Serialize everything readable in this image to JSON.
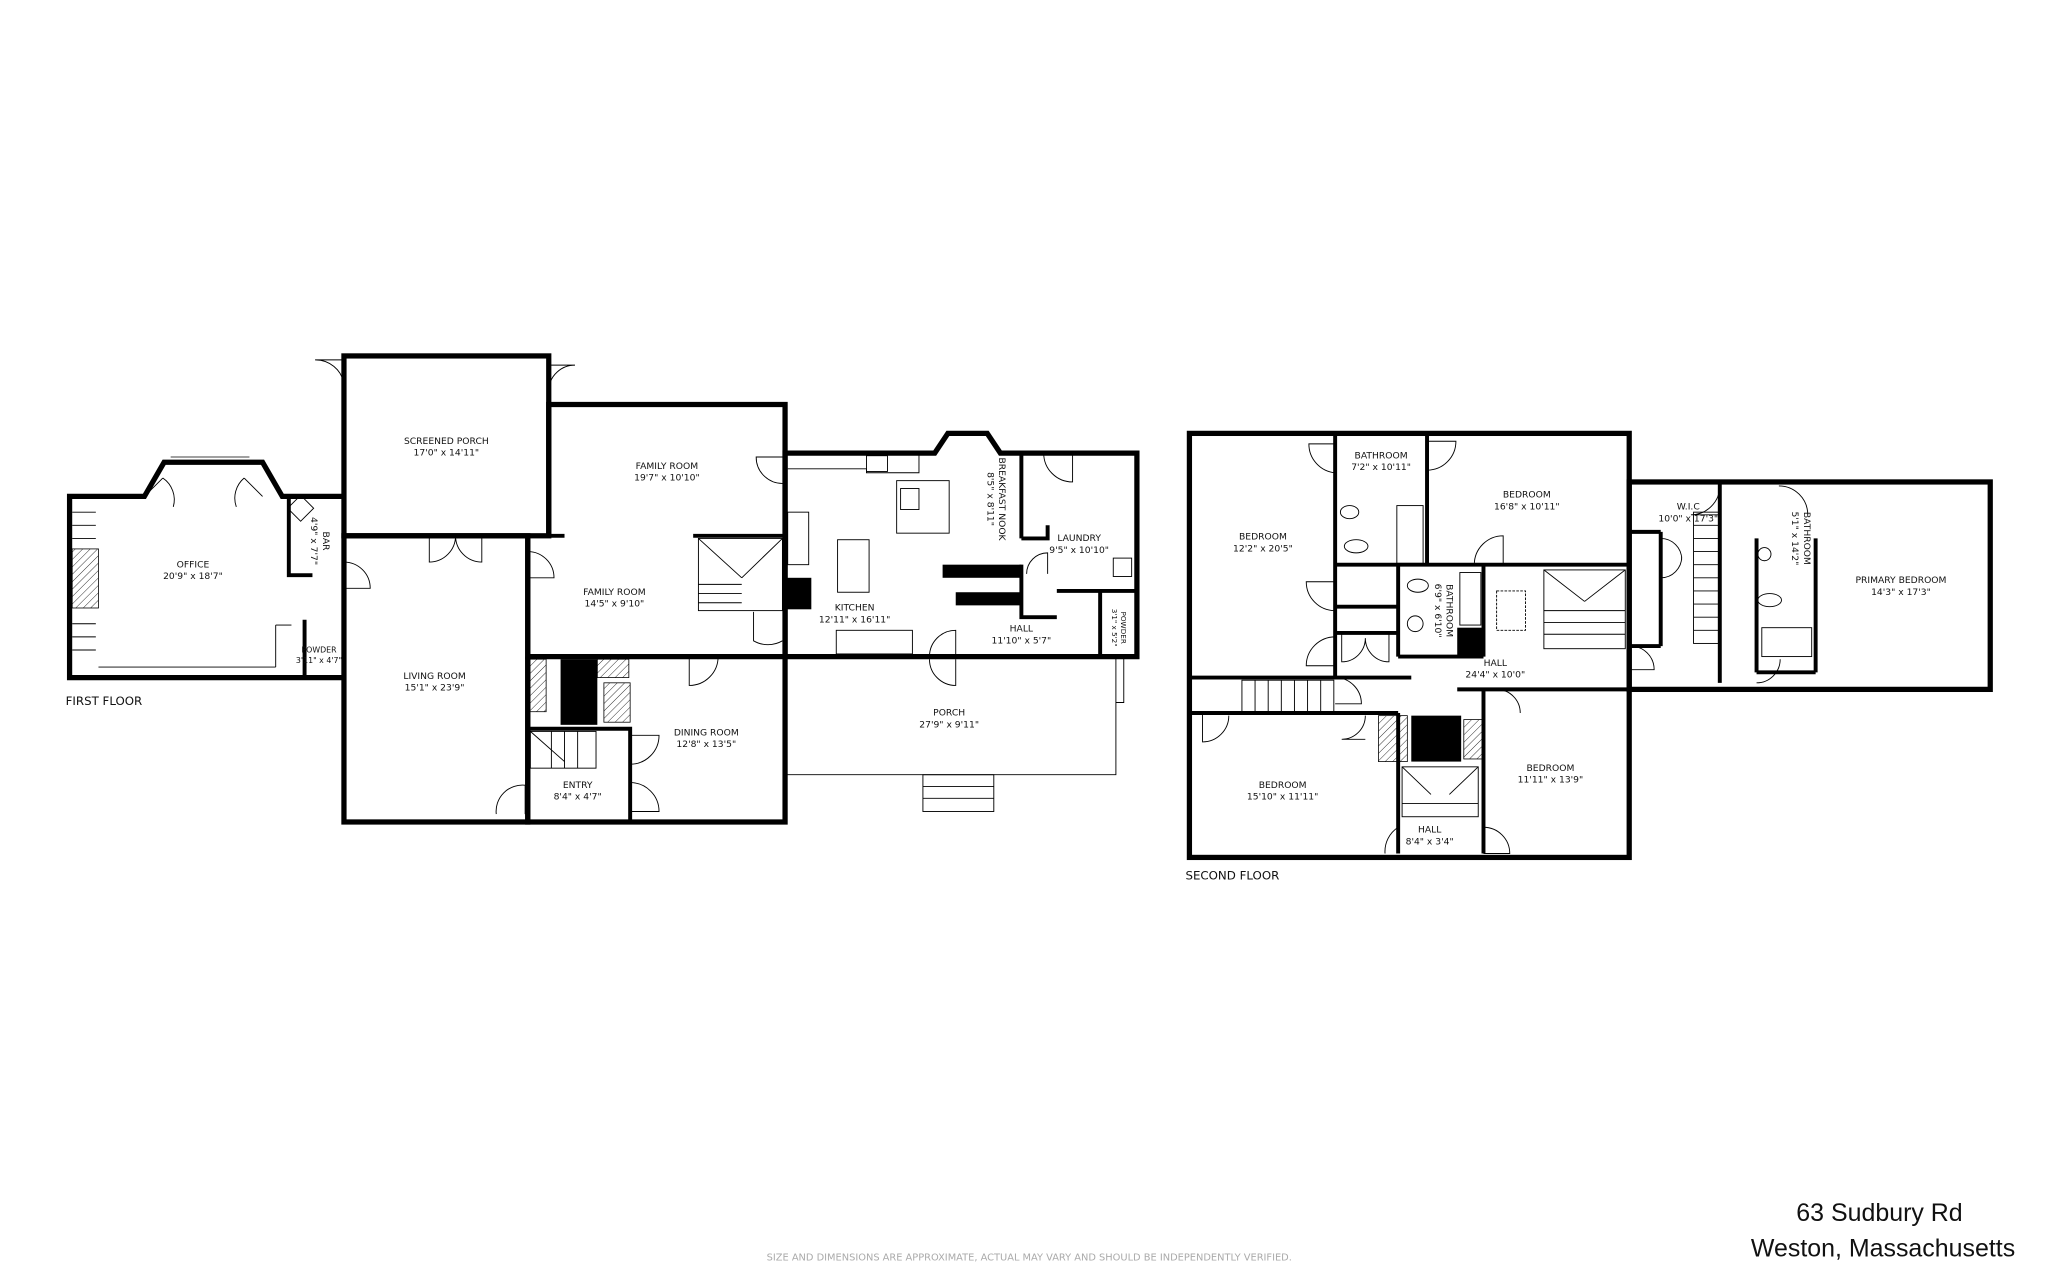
{
  "first_floor": {
    "label": "FIRST FLOOR",
    "rooms": [
      {
        "name": "SCREENED PORCH",
        "size": "17'0\" x 14'11\""
      },
      {
        "name": "OFFICE",
        "size": "20'9\" x 18'7\""
      },
      {
        "name": "BAR",
        "size": "4'9\" x 7'7\""
      },
      {
        "name": "POWDER",
        "size": "3'11\" x 4'7\""
      },
      {
        "name": "LIVING ROOM",
        "size": "15'1\" x 23'9\""
      },
      {
        "name": "FAMILY ROOM",
        "size": "19'7\" x 10'10\""
      },
      {
        "name": "FAMILY ROOM",
        "size": "14'5\" x 9'10\""
      },
      {
        "name": "KITCHEN",
        "size": "12'11\" x 16'11\""
      },
      {
        "name": "BREAKFAST NOOK",
        "size": "8'5\" x 8'11\""
      },
      {
        "name": "LAUNDRY",
        "size": "9'5\" x 10'10\""
      },
      {
        "name": "HALL",
        "size": "11'10\" x 5'7\""
      },
      {
        "name": "POWDER",
        "size": "3'1\" x 5'2\""
      },
      {
        "name": "DINING ROOM",
        "size": "12'8\" x 13'5\""
      },
      {
        "name": "ENTRY",
        "size": "8'4\" x 4'7\""
      },
      {
        "name": "PORCH",
        "size": "27'9\" x 9'11\""
      }
    ]
  },
  "second_floor": {
    "label": "SECOND FLOOR",
    "rooms": [
      {
        "name": "BEDROOM",
        "size": "12'2\" x 20'5\""
      },
      {
        "name": "BATHROOM",
        "size": "7'2\" x 10'11\""
      },
      {
        "name": "BEDROOM",
        "size": "16'8\" x 10'11\""
      },
      {
        "name": "BATHROOM",
        "size": "6'9\" x 6'10\""
      },
      {
        "name": "HALL",
        "size": "24'4\" x 10'0\""
      },
      {
        "name": "BEDROOM",
        "size": "15'10\" x 11'11\""
      },
      {
        "name": "BEDROOM",
        "size": "11'11\" x 13'9\""
      },
      {
        "name": "HALL",
        "size": "8'4\" x 3'4\""
      },
      {
        "name": "W.I.C",
        "size": "10'0\" x 17'3\""
      },
      {
        "name": "BATHROOM",
        "size": "5'1\" x 14'2\""
      },
      {
        "name": "PRIMARY BEDROOM",
        "size": "14'3\" x 17'3\""
      }
    ]
  },
  "footer": {
    "disclaimer": "SIZE AND DIMENSIONS ARE APPROXIMATE, ACTUAL MAY VARY AND SHOULD BE INDEPENDENTLY VERIFIED.",
    "address_line1": "63 Sudbury Rd",
    "address_line2": "Weston, Massachusetts"
  }
}
